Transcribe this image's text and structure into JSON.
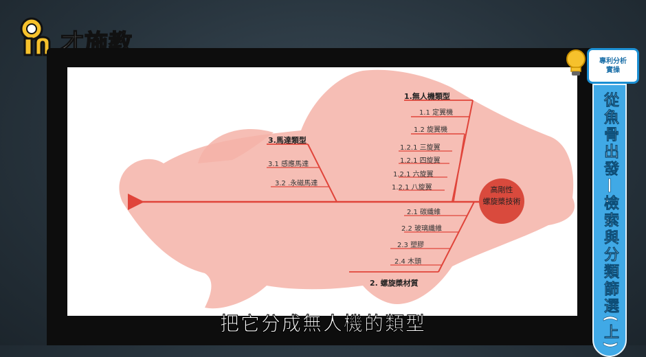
{
  "brand": {
    "name": "才施教"
  },
  "side_panel": {
    "badge_line1": "專利分析",
    "badge_line2": "實操",
    "title": "從魚骨出發—檢索與分類篩選(上)"
  },
  "subtitle": "把它分成無人機的類型",
  "diagram": {
    "head": {
      "line1": "高剛性",
      "line2": "螺旋槳技術",
      "color": "#d94a3d"
    },
    "spine_color": "#e0443a",
    "fish_color": "#f4b3a8",
    "branches": {
      "b1": {
        "title": "1.無人機類型",
        "items": [
          "1.1  定翼機",
          "1.2  旋翼機"
        ]
      },
      "b12": {
        "items": [
          "1.2.1  三旋翼",
          "1.2.1  四旋翼",
          "1.2.1  六旋翼",
          "1.2.1  八旋翼"
        ]
      },
      "b2": {
        "title": "2.  螺旋槳材質",
        "items": [
          "2.1  碳纖維",
          "2.2  玻璃纖維",
          "2.3  塑膠",
          "2.4  木頭"
        ]
      },
      "b3": {
        "title": "3.馬達類型",
        "items": [
          "3.1  感應馬達",
          "3.2 .永磁馬達"
        ]
      }
    }
  }
}
